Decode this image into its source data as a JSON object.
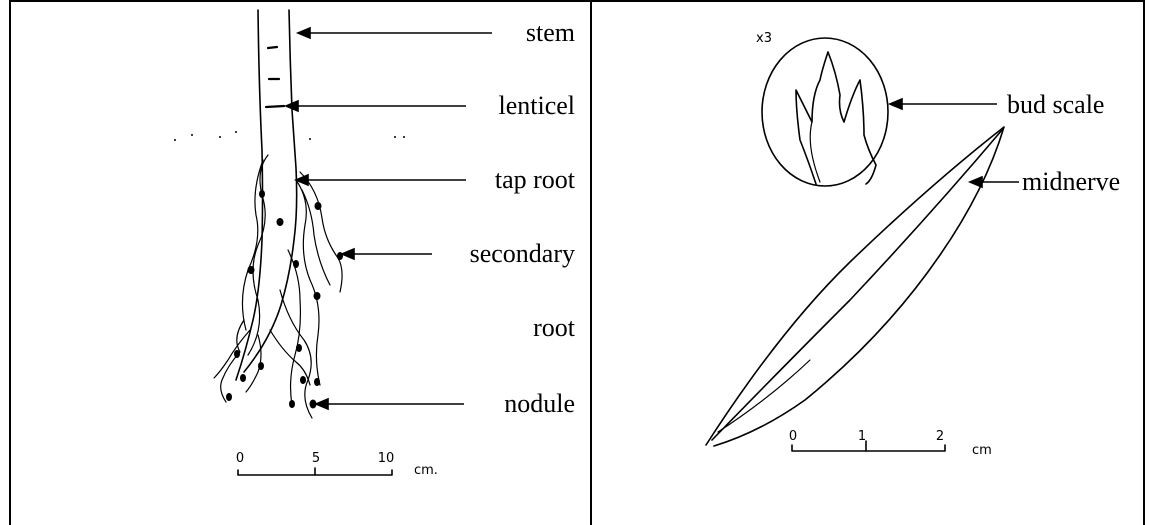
{
  "left_panel": {
    "labels": {
      "stem": "stem",
      "lenticel": "lenticel",
      "tap_root": "tap root",
      "secondary": "secondary",
      "root": "root",
      "nodule": "nodule"
    },
    "scale": {
      "ticks": [
        "0",
        "5",
        "10"
      ],
      "unit": "cm."
    }
  },
  "right_panel": {
    "inset_label": "x3",
    "labels": {
      "bud_scale": "bud scale",
      "midnerve": "midnerve"
    },
    "scale": {
      "ticks": [
        "0",
        "1",
        "2"
      ],
      "unit": "cm"
    }
  }
}
